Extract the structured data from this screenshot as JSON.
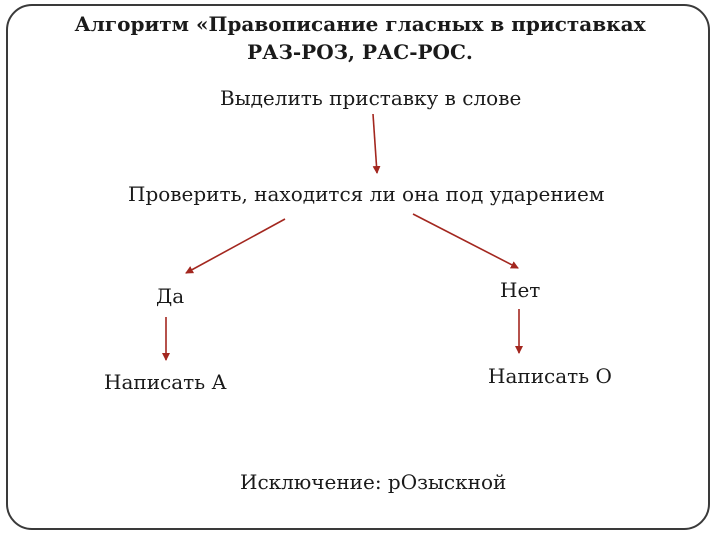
{
  "title": {
    "line1": "Алгоритм «Правописание гласных в приставках",
    "line2": "РАЗ-РОЗ, РАС-РОС."
  },
  "nodes": {
    "extract": "Выделить приставку в слове",
    "check": "Проверить, находится ли она под ударением",
    "yes": "Да",
    "no": "Нет",
    "write_a": "Написать А",
    "write_o": "Написать О",
    "exception": "Исключение: рОзыскной"
  },
  "colors": {
    "arrow": "#a3271f",
    "border": "#3a3a3a"
  }
}
